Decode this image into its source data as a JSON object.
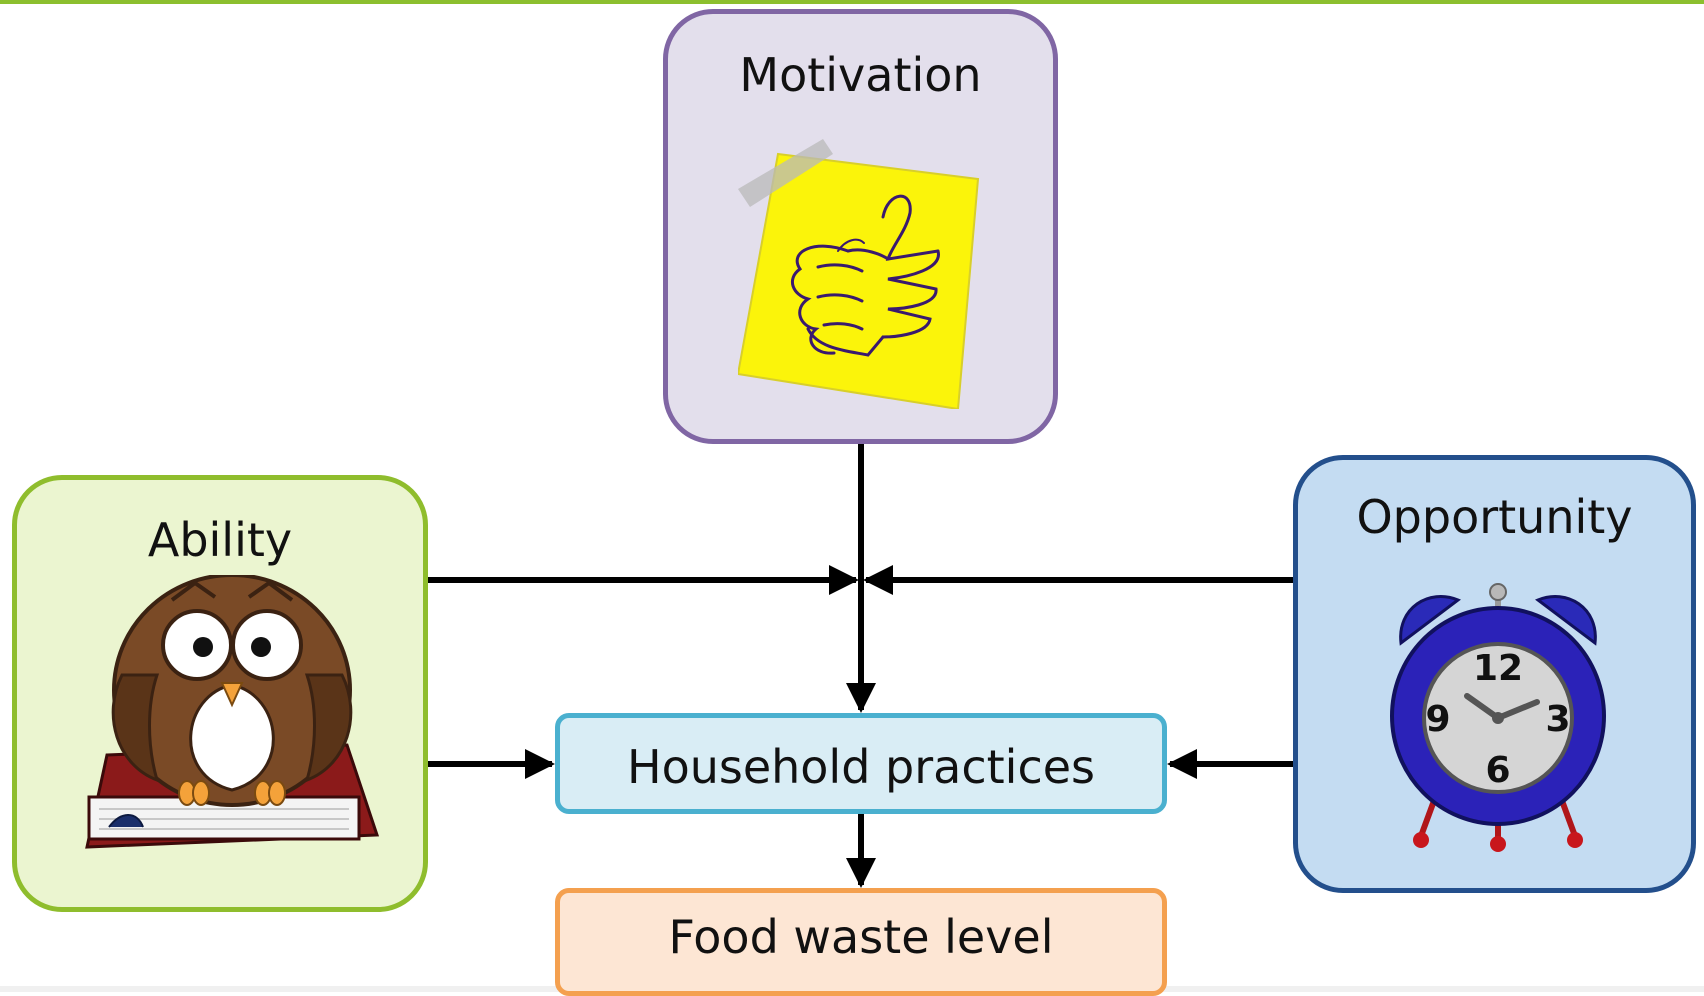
{
  "nodes": {
    "motivation": "Motivation",
    "ability": "Ability",
    "opportunity": "Opportunity",
    "household_practices": "Household practices",
    "food_waste_level": "Food waste level"
  },
  "clock": {
    "n12": "12",
    "n3": "3",
    "n6": "6",
    "n9": "9"
  },
  "icons": {
    "motivation": "thumbs-up-sticky-note-icon",
    "ability": "owl-on-book-icon",
    "opportunity": "alarm-clock-icon"
  },
  "colors": {
    "motivation_fill": "#e3dfec",
    "motivation_border": "#8066a4",
    "ability_fill": "#ebf5d0",
    "ability_border": "#8fbd2d",
    "opportunity_fill": "#c4dcf2",
    "opportunity_border": "#234f8c",
    "practices_fill": "#d9edf5",
    "practices_border": "#4ab0cf",
    "waste_fill": "#fde6d4",
    "waste_border": "#f4a04f",
    "accent_rule": "#8cbf2e"
  }
}
